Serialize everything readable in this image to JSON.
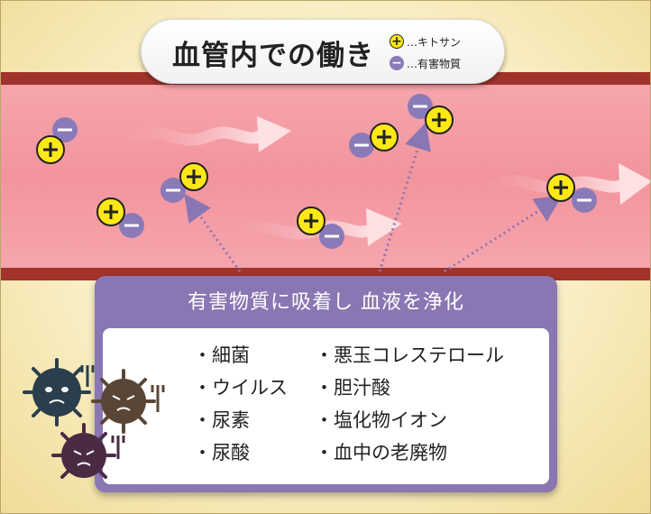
{
  "title": "血管内での働き",
  "legend": [
    {
      "symbol": "+",
      "label": "…キトサン",
      "color": "#ffe816"
    },
    {
      "symbol": "−",
      "label": "…有害物質",
      "color": "#8a7ab8"
    }
  ],
  "panel": {
    "title": "有害物質に吸着し  血液を浄化",
    "left_items": [
      "細菌",
      "ウイルス",
      "尿素",
      "尿酸"
    ],
    "right_items": [
      "悪玉コレステロール",
      "胆汁酸",
      "塩化物イオン",
      "血中の老廃物"
    ]
  },
  "colors": {
    "vessel": "#f2949d",
    "wall": "#a2332a",
    "panel": "#8a76b2",
    "background": "#fbf3cf"
  },
  "icons": [
    "plus-ion-icon",
    "minus-ion-icon",
    "flow-arrow-icon",
    "germ-icon"
  ]
}
